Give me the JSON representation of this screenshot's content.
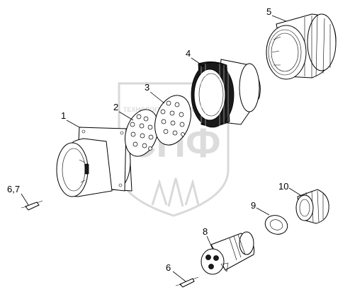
{
  "labels": {
    "l1": "1",
    "l2": "2",
    "l3": "3",
    "l4": "4",
    "l5": "5",
    "l6": "6",
    "l67": "6,7",
    "l8": "8",
    "l9": "9",
    "l10": "10"
  },
  "watermark": {
    "tagline": "ТЕХНОЛОГИИ СОВЕРШЕНСТВА",
    "mark": "СПФ"
  },
  "colors": {
    "ink": "#000000",
    "watermark": "#d9d9d9",
    "background": "#ffffff"
  }
}
